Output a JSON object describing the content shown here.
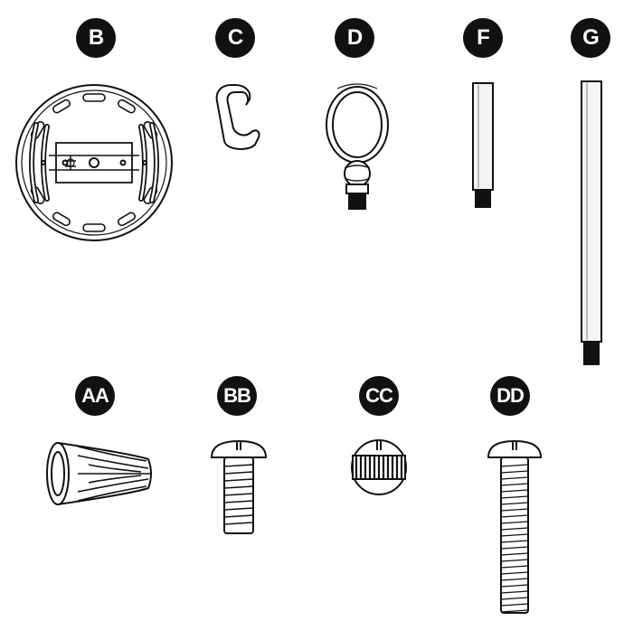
{
  "parts": [
    {
      "label": "B",
      "icon": "mounting-plate-icon"
    },
    {
      "label": "C",
      "icon": "chain-link-icon"
    },
    {
      "label": "D",
      "icon": "loop-hook-icon"
    },
    {
      "label": "F",
      "icon": "short-rod-icon"
    },
    {
      "label": "G",
      "icon": "long-rod-icon"
    },
    {
      "label": "AA",
      "icon": "wire-nut-icon"
    },
    {
      "label": "BB",
      "icon": "short-screw-icon"
    },
    {
      "label": "CC",
      "icon": "knurled-nut-icon"
    },
    {
      "label": "DD",
      "icon": "long-screw-icon"
    }
  ],
  "colors": {
    "ink": "#111111",
    "metal": "#f2f2f2",
    "paper": "#ffffff"
  }
}
